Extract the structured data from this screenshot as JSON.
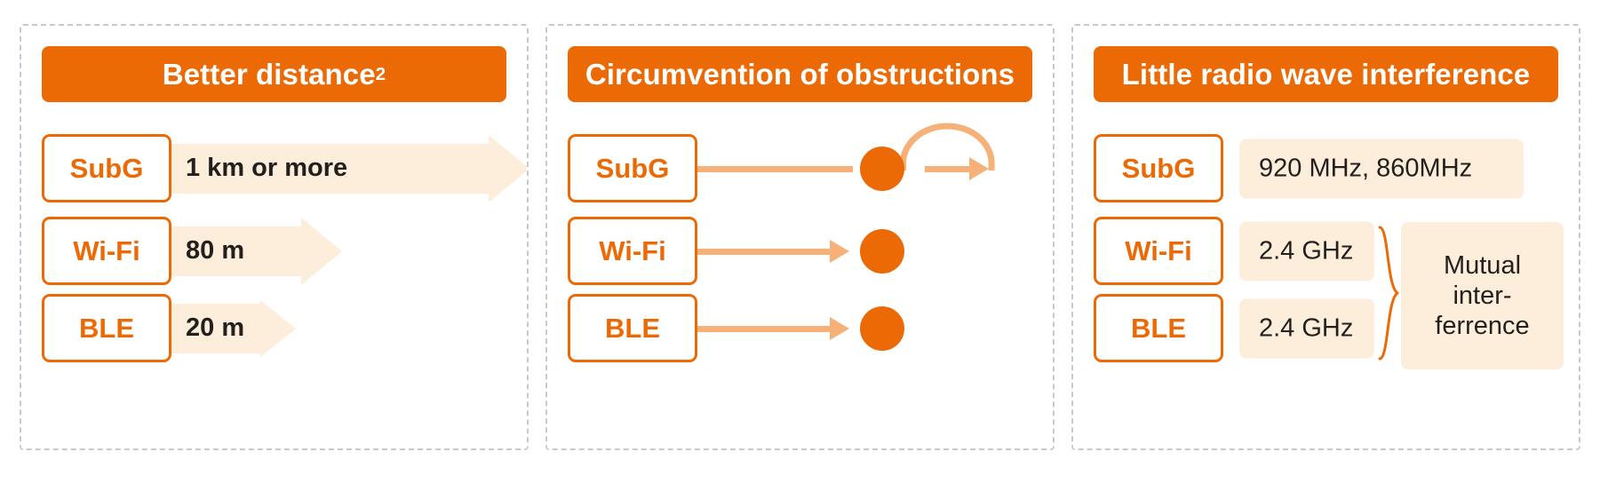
{
  "colors": {
    "brand_orange": "#ec6a05",
    "light_peach": "#fdeedc",
    "mid_peach": "#f6b178",
    "panel_border": "#c9c9c9",
    "text_dark": "#231f1c"
  },
  "panels": [
    {
      "id": "better-distance",
      "title": "Better distance",
      "title_superscript": "2",
      "rows": [
        {
          "tech": "SubG",
          "label": "1 km or more"
        },
        {
          "tech": "Wi-Fi",
          "label": "80 m"
        },
        {
          "tech": "BLE",
          "label": "20 m"
        }
      ]
    },
    {
      "id": "circumvention-of-obstructions",
      "title": "Circumvention of obstructions",
      "title_superscript": "",
      "rows": [
        {
          "tech": "SubG",
          "label": ""
        },
        {
          "tech": "Wi-Fi",
          "label": ""
        },
        {
          "tech": "BLE",
          "label": ""
        }
      ]
    },
    {
      "id": "little-radio-wave-interference",
      "title": "Little radio wave interference",
      "title_superscript": "",
      "rows": [
        {
          "tech": "SubG",
          "label": "920 MHz, 860MHz"
        },
        {
          "tech": "Wi-Fi",
          "label": "2.4 GHz"
        },
        {
          "tech": "BLE",
          "label": "2.4 GHz"
        }
      ],
      "callout": {
        "line1": "Mutual",
        "line2": "inter-",
        "line3": "ferrence"
      }
    }
  ],
  "chart_data": {
    "type": "table",
    "title": "Sub-GHz vs Wi-Fi vs BLE comparison",
    "categories": [
      "SubG",
      "Wi-Fi",
      "BLE"
    ],
    "columns": [
      "Better distance²",
      "Circumvention of obstructions",
      "Little radio wave interference"
    ],
    "rows": [
      {
        "technology": "SubG",
        "distance": "1 km or more",
        "obstruction": "passes around obstruction",
        "frequency": "920 MHz, 860MHz"
      },
      {
        "technology": "Wi-Fi",
        "distance": "80 m",
        "obstruction": "blocked by obstruction",
        "frequency": "2.4 GHz"
      },
      {
        "technology": "BLE",
        "distance": "20 m",
        "obstruction": "blocked by obstruction",
        "frequency": "2.4 GHz"
      }
    ],
    "annotations": [
      "Mutual inter-ferrence between Wi-Fi 2.4 GHz and BLE 2.4 GHz"
    ],
    "legend": [],
    "grid": false
  }
}
